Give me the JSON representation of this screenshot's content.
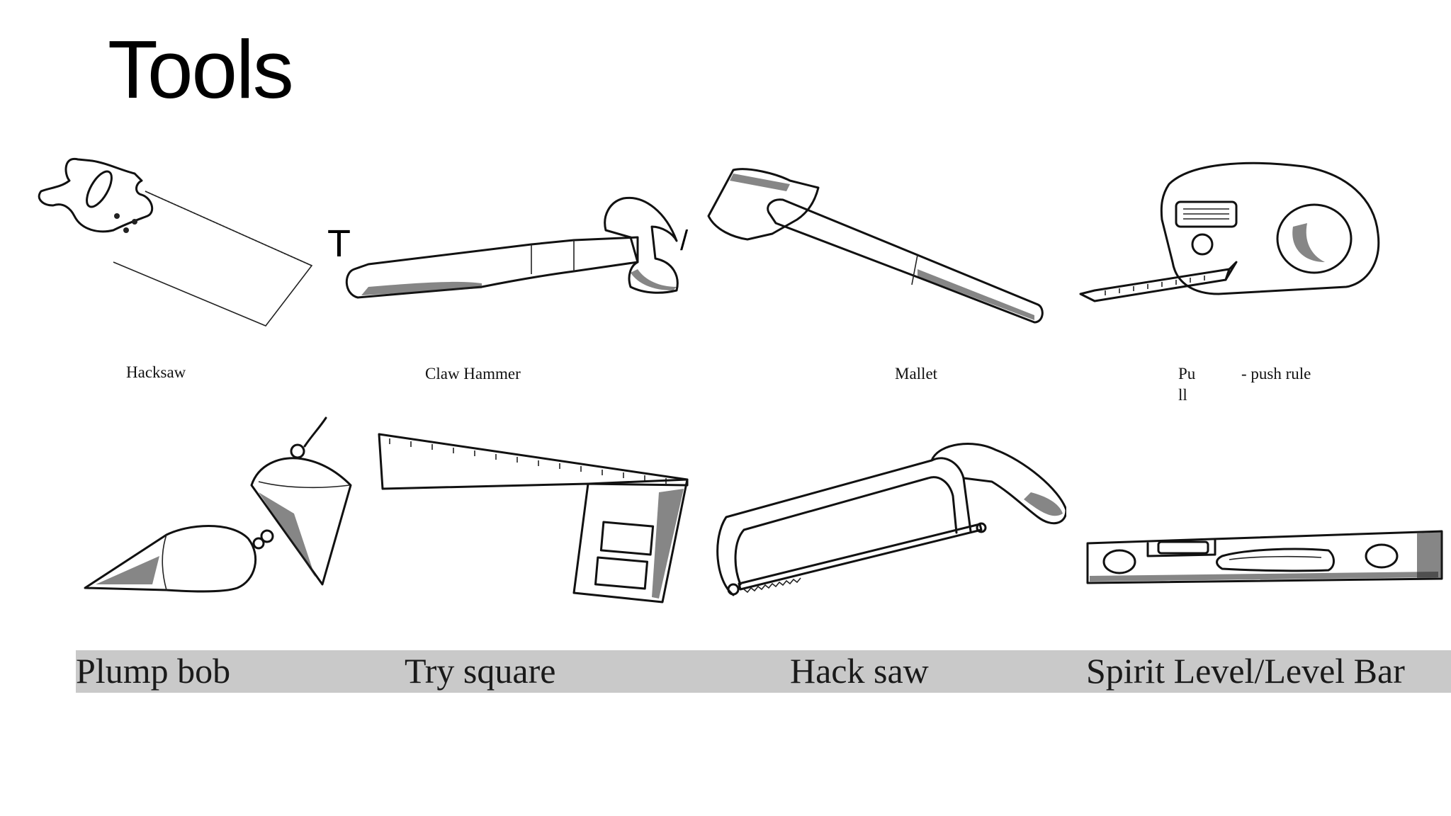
{
  "slide": {
    "title": "Tools",
    "top_row": [
      {
        "name": "Hacksaw",
        "icon": "tenon-saw-icon"
      },
      {
        "name": "Claw Hammer",
        "icon": "claw-hammer-icon"
      },
      {
        "name": "Mallet",
        "icon": "mallet-icon"
      },
      {
        "name_part_1": "Pu",
        "name_part_2": "ll",
        "name_part_3": "- push rule",
        "icon": "tape-measure-icon"
      }
    ],
    "stray_glyphs": {
      "left": "T",
      "right": "/"
    },
    "bottom_row": [
      {
        "name": "Plump bob",
        "icon": "plumb-bob-icon"
      },
      {
        "name": "Try square",
        "icon": "try-square-icon"
      },
      {
        "name": "Hack saw",
        "icon": "hack-saw-icon"
      },
      {
        "name": "Spirit Level/Level Bar",
        "icon": "spirit-level-icon"
      }
    ],
    "band_color": "#c9c9c9"
  }
}
